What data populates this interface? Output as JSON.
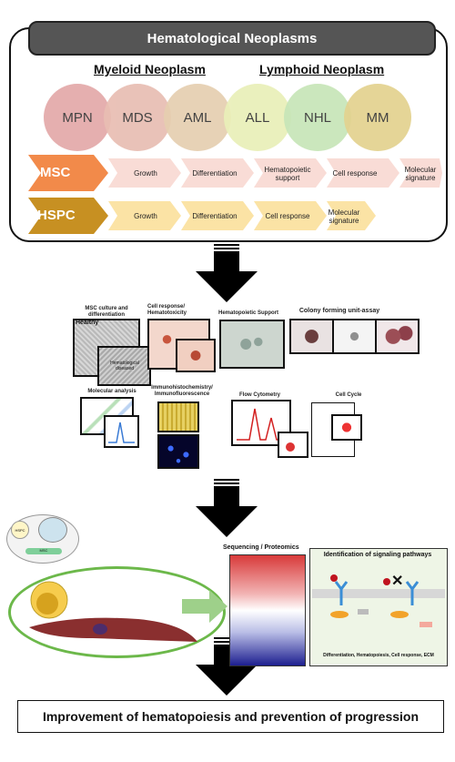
{
  "header": {
    "title": "Hematological Neoplasms"
  },
  "groups": {
    "myeloid": "Myeloid Neoplasm",
    "lymphoid": "Lymphoid Neoplasm"
  },
  "circles": [
    "MPN",
    "MDS",
    "AML",
    "ALL",
    "NHL",
    "MM"
  ],
  "circle_colors": [
    "#e3a9a9",
    "#e8bdb2",
    "#e6cfb0",
    "#e9efb8",
    "#c7e6b8",
    "#e3d28f"
  ],
  "msc_row": {
    "label": "MSC",
    "color": "#f28a4a",
    "items": [
      "Growth",
      "Differentiation",
      "Hematopoietic support",
      "Cell response",
      "Molecular signature"
    ]
  },
  "hspc_row": {
    "label": "HSPC",
    "color": "#c79022",
    "items": [
      "Growth",
      "Differentiation",
      "Cell response",
      "Molecular signature"
    ]
  },
  "methods": {
    "msc_culture": "MSC culture and differentiation",
    "healthy": "Healthy",
    "hem_diseased": "Hematological diseased",
    "cell_response": "Cell response/ Hematotoxicity",
    "hema_support": "Hematopoietic Support",
    "colony": "Colony forming unit-assay",
    "molecular": "Molecular analysis",
    "ihc": "Immunohistochemistry/ Immunofluorescence",
    "flow": "Flow Cytometry",
    "cell_cycle": "Cell Cycle"
  },
  "lower": {
    "sequencing": "Sequencing / Proteomics",
    "signaling": "Identification of signaling pathways",
    "signaling_footer": "Differentiation, Hematopoiesis, Cell response, ECM",
    "hspc_node": "HSPC",
    "msc_node": "MSC"
  },
  "conclusion": "Improvement of hematopoiesis and prevention of progression"
}
